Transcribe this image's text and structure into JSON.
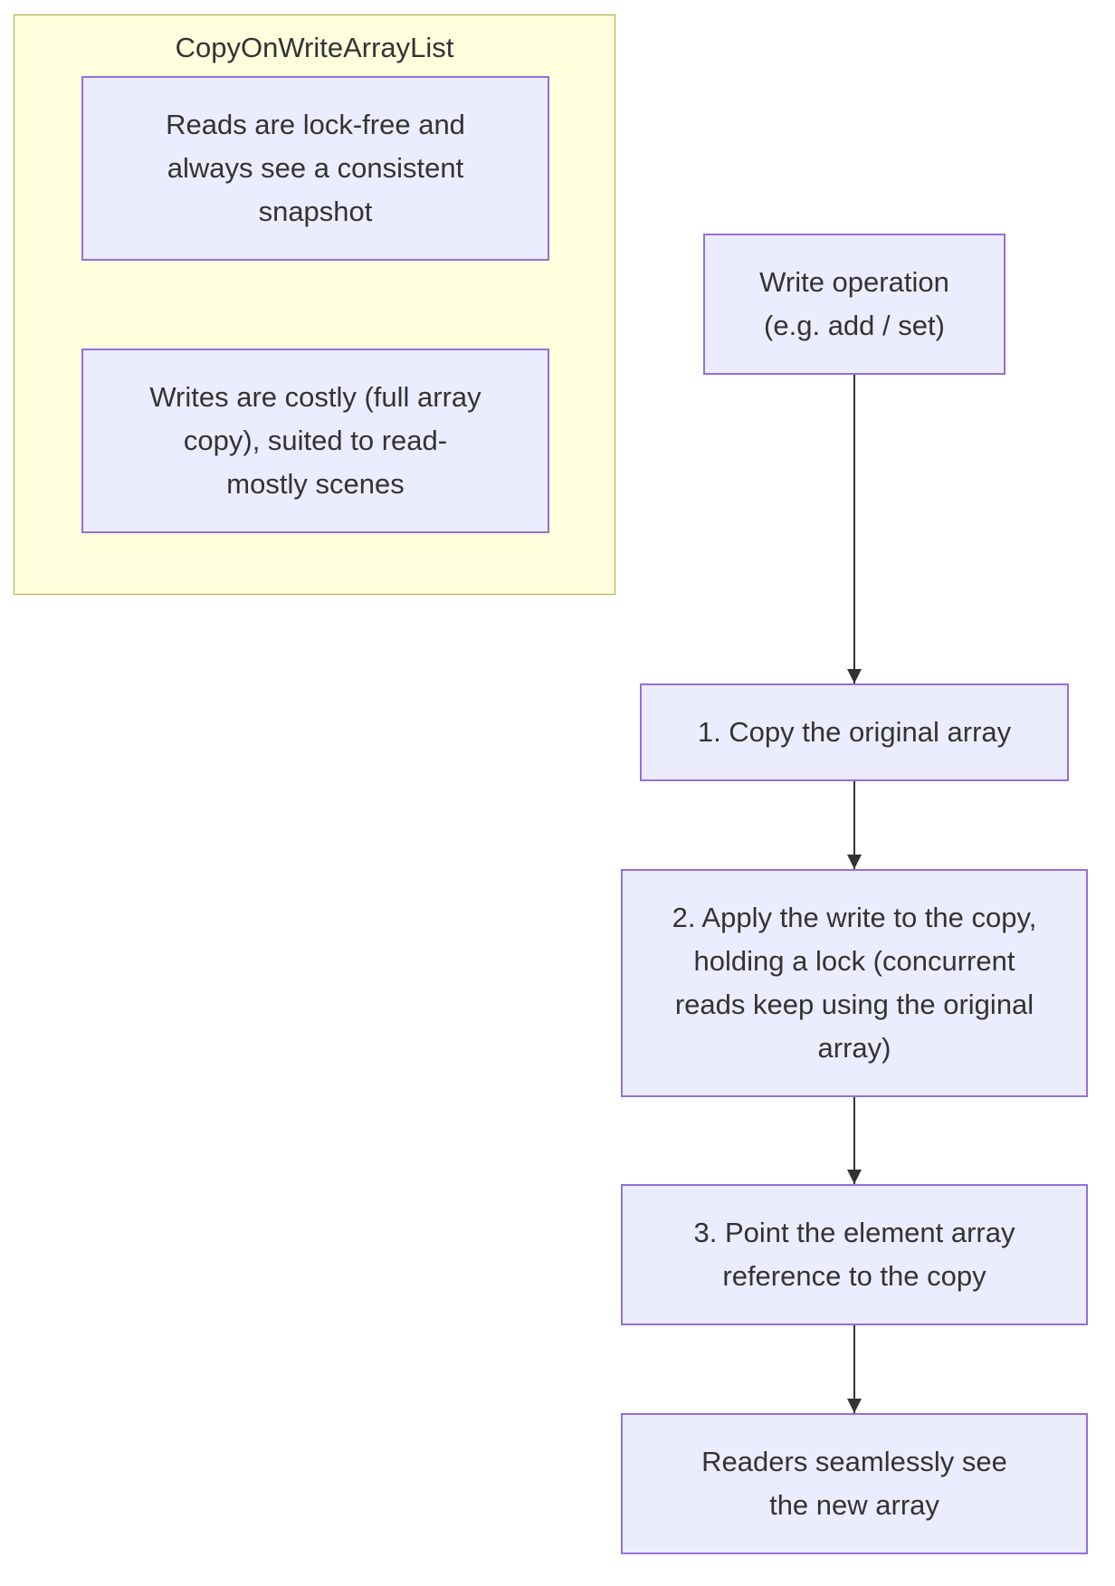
{
  "cluster": {
    "title": "CopyOnWriteArrayList",
    "notes": [
      "Reads are lock-free and always see a consistent snapshot",
      "Writes are costly (full array copy), suited to read-mostly scenes"
    ]
  },
  "flow": {
    "nodes": [
      "Write operation (e.g. add / set)",
      "1. Copy the original array",
      "2. Apply the write to the copy, holding a lock (concurrent reads keep using the original array)",
      "3. Point the element array reference to the copy",
      "Readers seamlessly see the new array"
    ]
  },
  "colors": {
    "node_fill": "#ececff",
    "node_border": "#9370db",
    "cluster_fill": "#ffffde",
    "cluster_border": "#aaaa33",
    "edge": "#333333"
  }
}
